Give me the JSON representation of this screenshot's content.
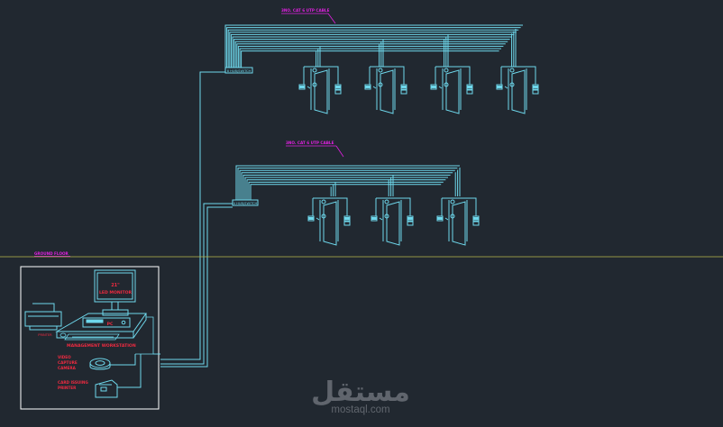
{
  "labels": {
    "cable_top": "3NO. CAT 6 UTP CABLE",
    "cable_mid": "3NO. CAT 6 UTP CABLE",
    "hub_top": "8 HUB/SWITCH",
    "hub_mid": "4 HUB/SWITCH",
    "ground_floor": "GROUND FLOOR",
    "monitor_size": "21\"",
    "monitor": "LED MONITOR",
    "pc": "PC",
    "printer": "PRINTER",
    "workstation": "MANAGEMENT WORKSTATION",
    "camera_1": "VIDEO",
    "camera_2": "CAPTURE",
    "camera_3": "CAMERA",
    "card_1": "CARD ISSUING",
    "card_2": "PRINTER"
  },
  "watermark": {
    "arabic": "مستقل",
    "latin": "mostaql.com"
  },
  "colors": {
    "background": "#212830",
    "wire": "#6ed8ec",
    "label_magenta": "#e020e0",
    "label_red": "#f02a40",
    "ground_line": "#b8b84a",
    "frame": "#ffffff"
  }
}
